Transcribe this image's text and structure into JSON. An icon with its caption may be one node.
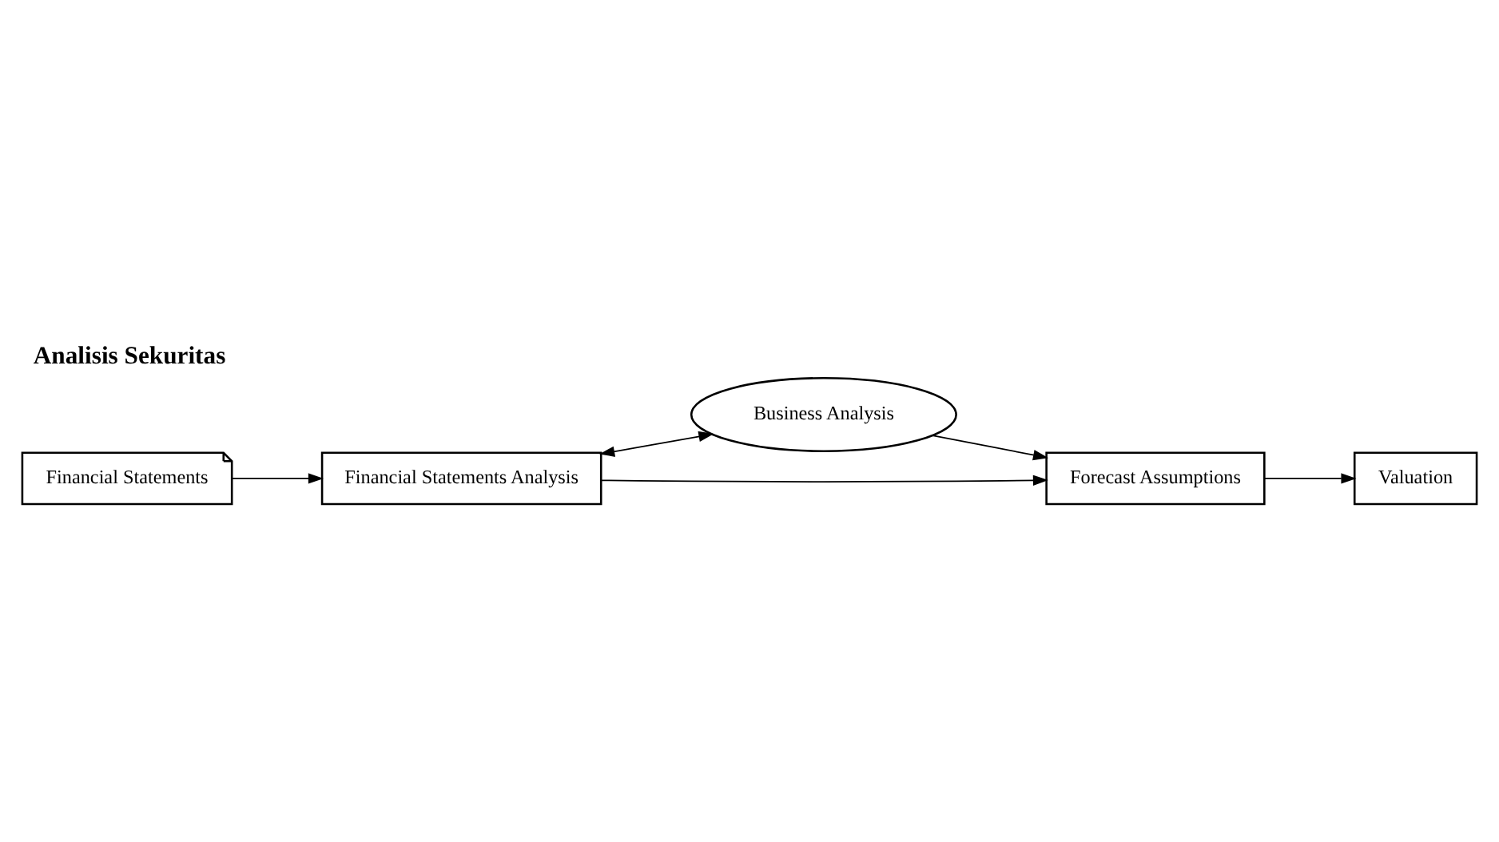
{
  "diagram": {
    "title": "Analisis Sekuritas",
    "nodes": [
      {
        "text": [
          "Business Analysis"
        ]
      },
      {
        "text": [
          "Financial Statements"
        ]
      },
      {
        "text": [
          "Financial Statements Analysis"
        ]
      },
      {
        "text": [
          "Forecast Assumptions"
        ]
      },
      {
        "text": [
          "Valuation"
        ]
      }
    ],
    "edges": [
      {
        "from": 2,
        "to": 0,
        "arrow": "both"
      },
      {
        "from": 0,
        "to": 3,
        "arrow": "to"
      },
      {
        "from": 1,
        "to": 2,
        "arrow": "to"
      },
      {
        "from": 2,
        "to": 3,
        "arrow": "to"
      },
      {
        "from": 3,
        "to": 4,
        "arrow": "to"
      }
    ]
  }
}
